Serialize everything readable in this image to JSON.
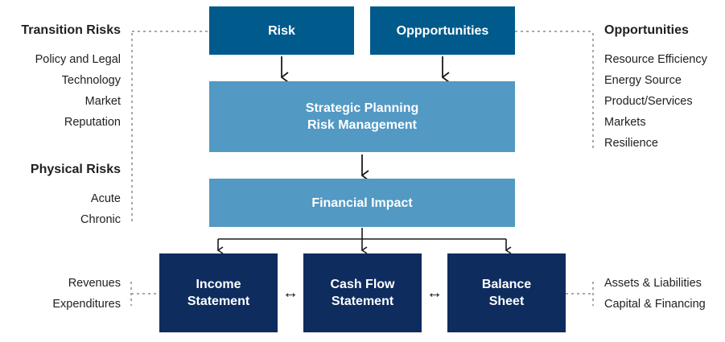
{
  "boxes": {
    "risk": "Risk",
    "opportunities": "Oppportunities",
    "strategic_line1": "Strategic Planning",
    "strategic_line2": "Risk Management",
    "financial_impact": "Financial Impact",
    "income_line1": "Income",
    "income_line2": "Statement",
    "cashflow_line1": "Cash Flow",
    "cashflow_line2": "Statement",
    "balance_line1": "Balance",
    "balance_line2": "Sheet"
  },
  "left": {
    "transition_heading": "Transition Risks",
    "transition_items": [
      "Policy and Legal",
      "Technology",
      "Market",
      "Reputation"
    ],
    "physical_heading": "Physical Risks",
    "physical_items": [
      "Acute",
      "Chronic"
    ],
    "income_items": [
      "Revenues",
      "Expenditures"
    ]
  },
  "right": {
    "opportunities_heading": "Opportunities",
    "opportunities_items": [
      "Resource Efficiency",
      "Energy Source",
      "Product/Services",
      "Markets",
      "Resilience"
    ],
    "balance_items": [
      "Assets & Liabilities",
      "Capital & Financing"
    ]
  },
  "connectors": {
    "bidirectional": "↔"
  },
  "colors": {
    "dark_blue": "#005a8c",
    "light_blue": "#5299c4",
    "navy": "#0e2c5e",
    "dotted_line": "#a8a8a8"
  }
}
